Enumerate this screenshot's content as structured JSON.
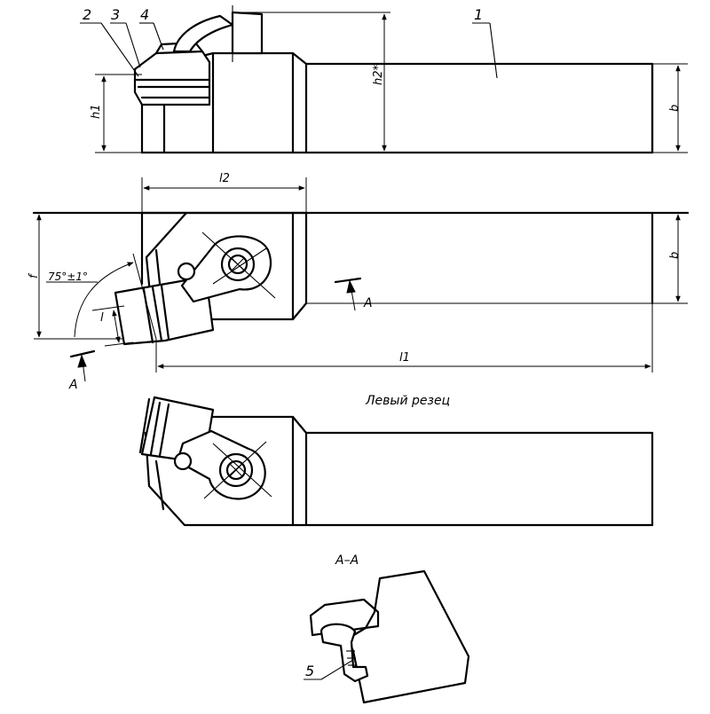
{
  "labels": {
    "part_1": "1",
    "part_2": "2",
    "part_3": "3",
    "part_4": "4",
    "part_5": "5",
    "dim_h1": "h1",
    "dim_h2": "h2*",
    "dim_b_side": "b",
    "dim_b_plan": "b",
    "dim_l2": "l2",
    "dim_l1": "l1",
    "dim_l": "l",
    "dim_f": "f",
    "angle": "75°±1°",
    "section_mark_left": "A",
    "section_mark_right": "A",
    "left_cutter_caption": "Левый резец",
    "section_title": "A–A"
  },
  "colors": {
    "line": "#000000",
    "background": "#ffffff"
  }
}
